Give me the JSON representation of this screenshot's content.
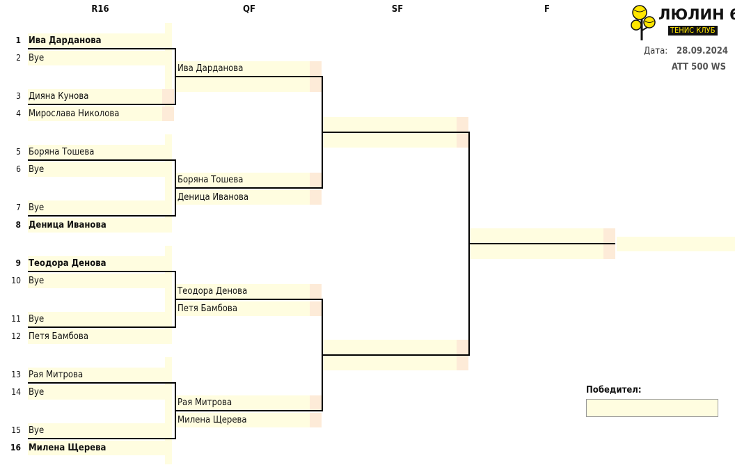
{
  "headers": {
    "r16": "R16",
    "qf": "QF",
    "sf": "SF",
    "f": "F"
  },
  "logo": {
    "title": "ЛЮЛИН 6",
    "subtitle": "ТЕНИС КЛУБ",
    "ball_color": "#ffe600"
  },
  "date": {
    "label": "Дата:",
    "value": "28.09.2024"
  },
  "event": "ATT 500 WS",
  "winner": {
    "label": "Победител:",
    "value": ""
  },
  "colors": {
    "cell": "#fffde0",
    "shade": "#fdebd8",
    "line": "#000000"
  },
  "r16": [
    {
      "seed": "1",
      "name": "Ива Дарданова",
      "bold": true
    },
    {
      "seed": "2",
      "name": "Bye",
      "bold": false
    },
    {
      "seed": "3",
      "name": "Дияна Кунова",
      "bold": false
    },
    {
      "seed": "4",
      "name": "Мирослава Николова",
      "bold": false
    },
    {
      "seed": "5",
      "name": "Боряна Тошева",
      "bold": false
    },
    {
      "seed": "6",
      "name": "Bye",
      "bold": false
    },
    {
      "seed": "7",
      "name": "Bye",
      "bold": false
    },
    {
      "seed": "8",
      "name": "Деница Иванова",
      "bold": true
    },
    {
      "seed": "9",
      "name": "Теодора Денова",
      "bold": true
    },
    {
      "seed": "10",
      "name": "Bye",
      "bold": false
    },
    {
      "seed": "11",
      "name": "Bye",
      "bold": false
    },
    {
      "seed": "12",
      "name": "Петя Бамбова",
      "bold": false
    },
    {
      "seed": "13",
      "name": "Рая Митрова",
      "bold": false
    },
    {
      "seed": "14",
      "name": "Bye",
      "bold": false
    },
    {
      "seed": "15",
      "name": "Bye",
      "bold": false
    },
    {
      "seed": "16",
      "name": "Милена Щерева",
      "bold": true
    }
  ],
  "qf": [
    {
      "name": "Ива Дарданова"
    },
    {
      "name": ""
    },
    {
      "name": "Боряна Тошева"
    },
    {
      "name": "Деница Иванова"
    },
    {
      "name": "Теодора Денова"
    },
    {
      "name": "Петя Бамбова"
    },
    {
      "name": "Рая Митрова"
    },
    {
      "name": "Милена Щерева"
    }
  ],
  "sf": [
    {
      "name": ""
    },
    {
      "name": ""
    },
    {
      "name": ""
    },
    {
      "name": ""
    }
  ],
  "final": [
    {
      "name": ""
    },
    {
      "name": ""
    }
  ]
}
